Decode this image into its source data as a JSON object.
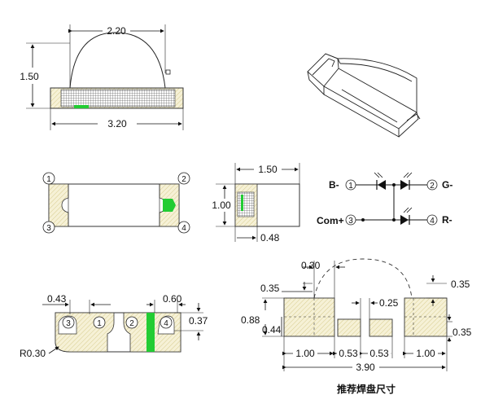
{
  "side_view": {
    "width_top": "2.20",
    "height": "1.50",
    "width_bottom": "3.20"
  },
  "top_view": {
    "pins": [
      "1",
      "2",
      "3",
      "4"
    ]
  },
  "end_view": {
    "width": "1.50",
    "height": "1.00",
    "pad": "0.48"
  },
  "schematic": {
    "b_label": "B-",
    "g_label": "G-",
    "com_label": "Com+",
    "r_label": "R-",
    "pin1": "1",
    "pin2": "2",
    "pin3": "3",
    "pin4": "4"
  },
  "bottom_view": {
    "dim_left": "0.43",
    "dim_right": "0.60",
    "dim_height": "0.37",
    "radius": "R0.30",
    "pins": [
      "3",
      "1",
      "2",
      "4"
    ]
  },
  "footprint": {
    "dim_top_gap": "0.30",
    "dim_left_height": "0.35",
    "dim_total_height": "0.88",
    "dim_mid_height": "0.44",
    "dim_gap": "0.25",
    "dim_right_top": "0.35",
    "dim_right_bottom": "0.35",
    "dim_pad_left": "1.00",
    "dim_pad_mid1": "0.53",
    "dim_pad_mid2": "0.53",
    "dim_pad_right": "1.00",
    "dim_total": "3.90",
    "caption": "推荐焊盘尺寸"
  },
  "colors": {
    "pad_fill": "#f6f1d6",
    "pad_hatch": "#d7cc8f",
    "chip_green": "#22cc33",
    "grid": "#777777"
  }
}
